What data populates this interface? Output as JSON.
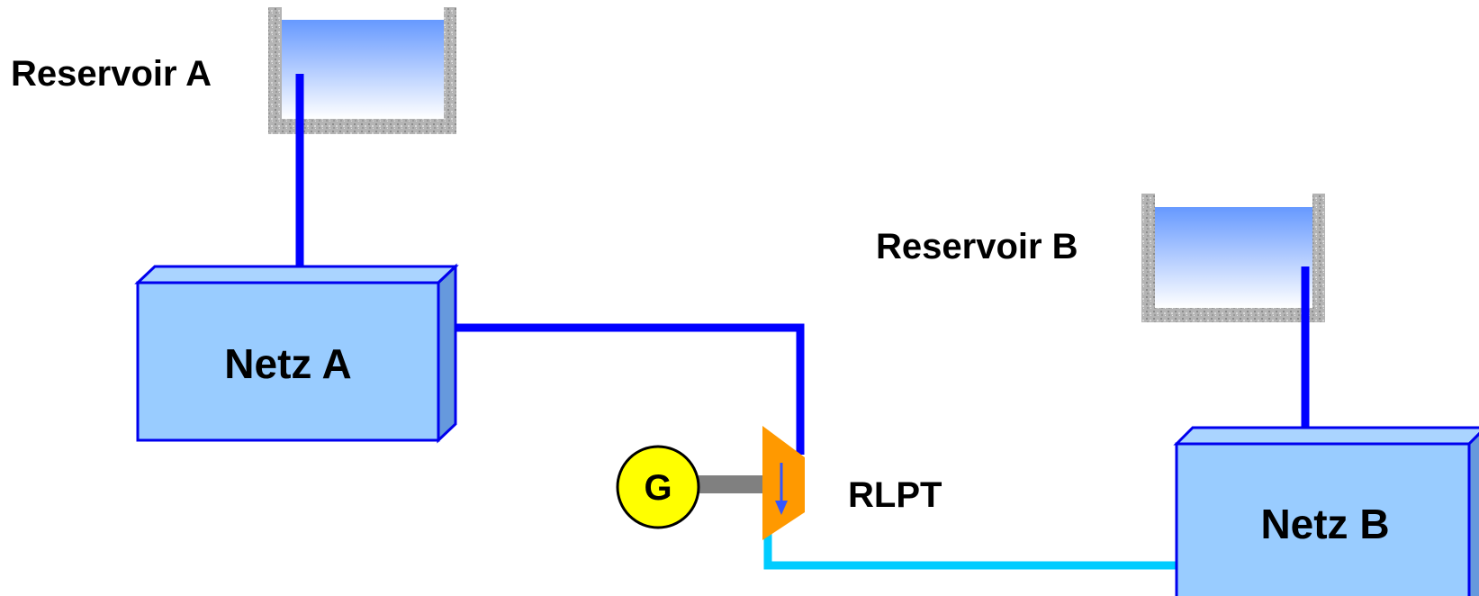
{
  "reservoir_a": {
    "label": "Reservoir A"
  },
  "reservoir_b": {
    "label": "Reservoir B"
  },
  "network_a": {
    "label": "Netz A"
  },
  "network_b": {
    "label": "Netz B"
  },
  "turbine": {
    "label": "RLPT"
  },
  "generator": {
    "label": "G"
  },
  "colors": {
    "pipe_high": "#0000ff",
    "pipe_low": "#00ccff",
    "box_fill": "#99ccff",
    "box_side": "#6699dd",
    "box_stroke": "#0000ee",
    "turbine": "#ff9900",
    "generator": "#ffff00",
    "shaft": "#808080",
    "water_top": "#6699ff",
    "water_bottom": "#ffffff",
    "basin_wall": "#b0b0b0"
  }
}
